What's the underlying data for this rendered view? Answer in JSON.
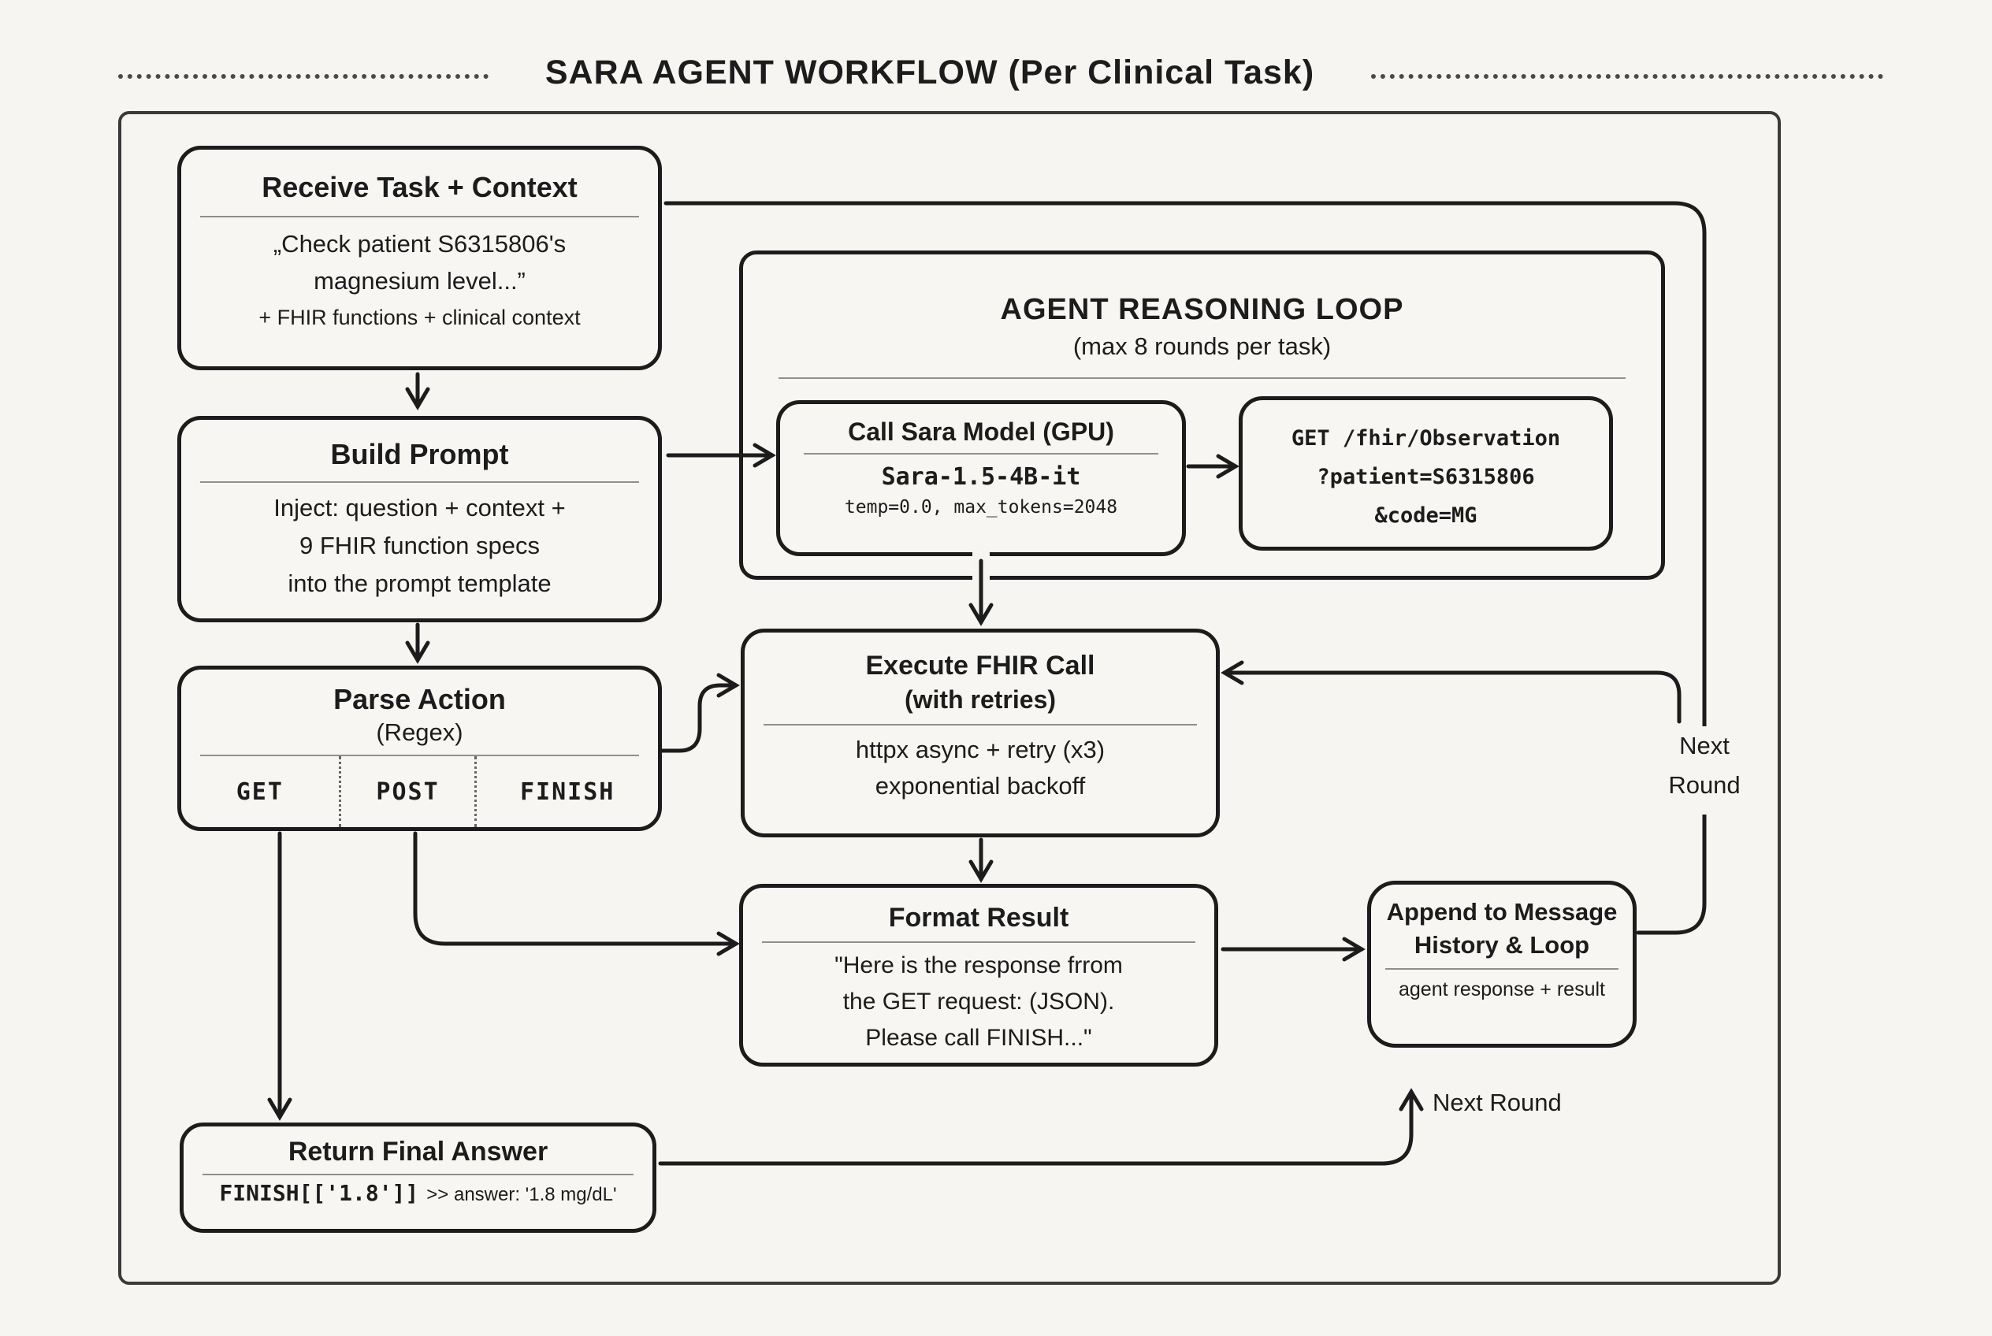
{
  "title": "SARA AGENT WORKFLOW (Per Clinical Task)",
  "boxes": {
    "receive": {
      "title": "Receive Task + Context",
      "lines": [
        "„Check patient S6315806's",
        "magnesium level...”",
        "+ FHIR functions + clinical context"
      ]
    },
    "build": {
      "title": "Build Prompt",
      "lines": [
        "Inject: question + context +",
        "9 FHIR function specs",
        "into the prompt template"
      ]
    },
    "parse": {
      "title": "Parse Action",
      "subtitle": "(Regex)",
      "actions": [
        "GET",
        "POST",
        "FINISH"
      ]
    },
    "loop": {
      "title": "AGENT REASONING LOOP",
      "subtitle": "(max 8 rounds per task)"
    },
    "call_model": {
      "title": "Call Sara Model (GPU)",
      "model": "Sara-1.5-4B-it",
      "params": "temp=0.0, max_tokens=2048"
    },
    "fhir_request": {
      "lines": [
        "GET /fhir/Observation",
        "?patient=S6315806",
        "&code=MG"
      ]
    },
    "execute": {
      "title": "Execute FHIR Call",
      "subtitle": "(with retries)",
      "lines": [
        "httpx async + retry (x3)",
        "exponential backoff"
      ]
    },
    "format": {
      "title": "Format Result",
      "lines": [
        "\"Here is the response frrom",
        "the GET request: (JSON).",
        "Please call FINISH...\""
      ]
    },
    "append": {
      "title_line1": "Append to Message",
      "title_line2": "History & Loop",
      "line": "agent response + result"
    },
    "return": {
      "title": "Return Final Answer",
      "code": "FINISH[['1.8']]",
      "rest": ">> answer: '1.8 mg/dL'"
    }
  },
  "labels": {
    "next_round_side_line1": "Next",
    "next_round_side_line2": "Round",
    "next_round_bottom": "Next Round"
  },
  "colors": {
    "ink": "#1c1c1c",
    "paper": "#f6f5f2",
    "divider": "#8f8f8f"
  }
}
